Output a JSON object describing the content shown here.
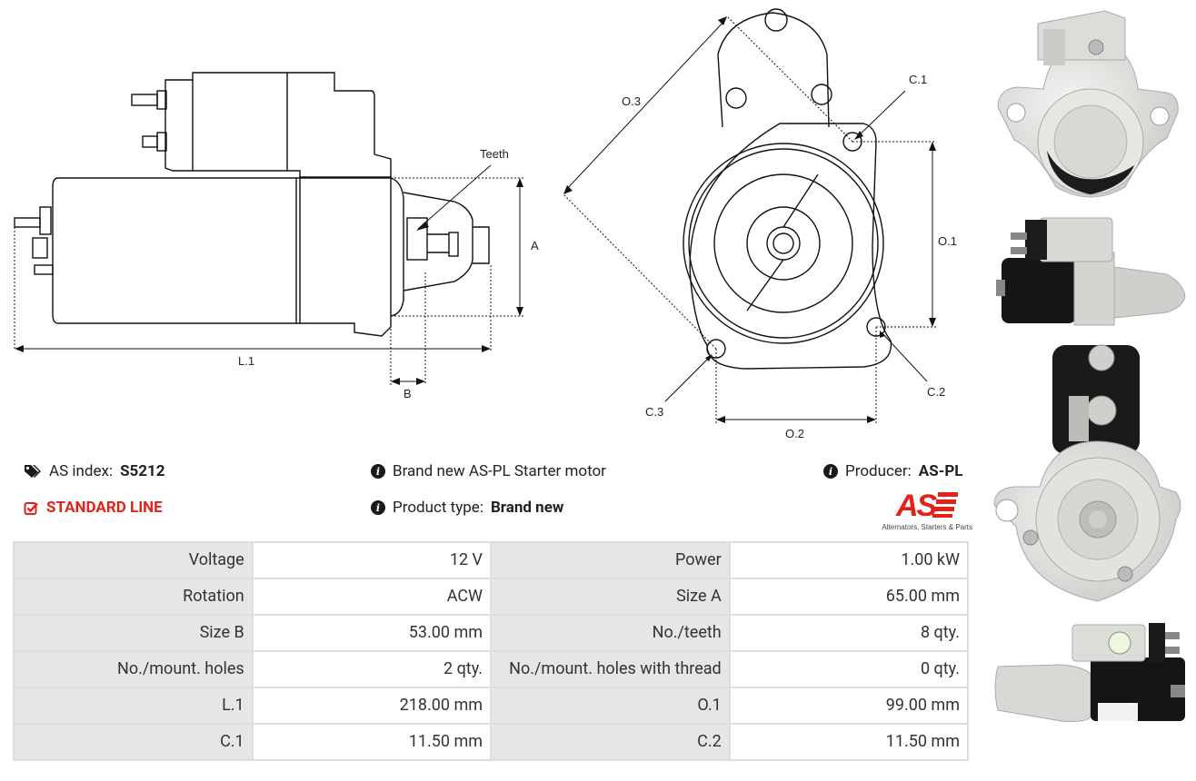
{
  "drawing": {
    "side": {
      "teeth_label": "Teeth",
      "a_label": "A",
      "b_label": "B",
      "l1_label": "L.1"
    },
    "front": {
      "o1_label": "O.1",
      "o2_label": "O.2",
      "o3_label": "O.3",
      "c1_label": "C.1",
      "c2_label": "C.2",
      "c3_label": "C.3"
    }
  },
  "info": {
    "as_index_label": "AS index:",
    "as_index_value": "S5212",
    "standard_line": "STANDARD LINE",
    "description": "Brand new AS-PL Starter motor",
    "product_type_label": "Product type:",
    "product_type_value": "Brand new",
    "producer_label": "Producer:",
    "producer_value": "AS-PL",
    "logo_text": "AS",
    "logo_tagline": "Alternators, Starters & Parts"
  },
  "specs": [
    [
      "Voltage",
      "12 V",
      "Power",
      "1.00 kW"
    ],
    [
      "Rotation",
      "ACW",
      "Size A",
      "65.00 mm"
    ],
    [
      "Size B",
      "53.00 mm",
      "No./teeth",
      "8 qty."
    ],
    [
      "No./mount. holes",
      "2 qty.",
      "No./mount. holes with thread",
      "0 qty."
    ],
    [
      "L.1",
      "218.00 mm",
      "O.1",
      "99.00 mm"
    ],
    [
      "C.1",
      "11.50 mm",
      "C.2",
      "11.50 mm"
    ]
  ],
  "colors": {
    "accent_red": "#e2231a",
    "table_label_bg": "#e6e6e6",
    "table_border": "#dedede"
  },
  "icons": [
    "tags-icon",
    "checkbox-icon",
    "info-icon"
  ]
}
